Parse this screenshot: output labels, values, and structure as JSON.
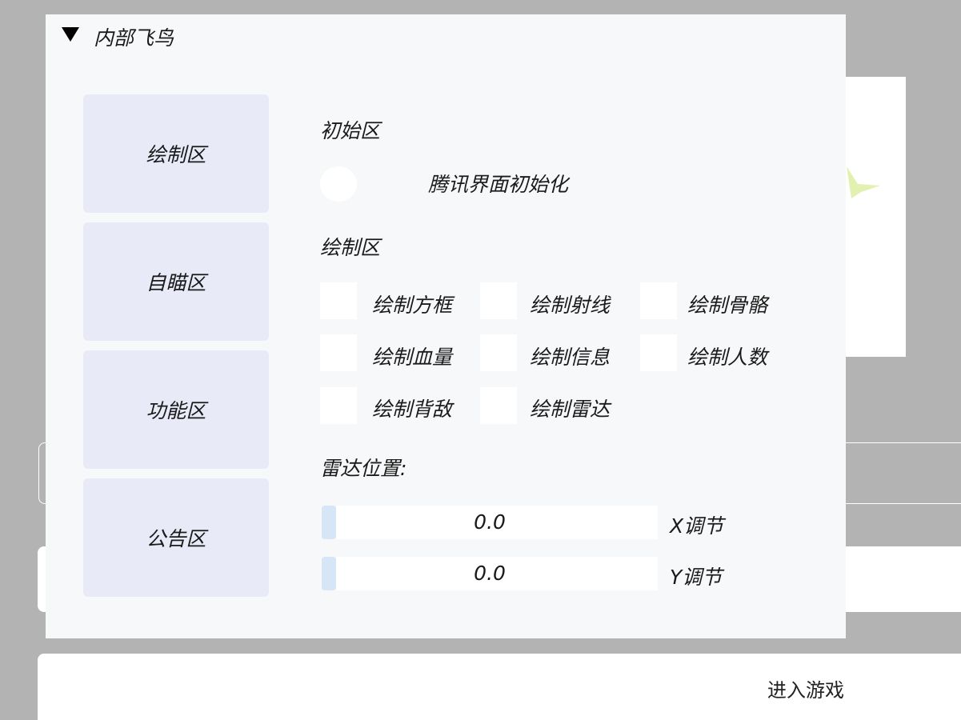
{
  "window": {
    "title": "内部飞鸟"
  },
  "nav": {
    "items": [
      {
        "label": "绘制区"
      },
      {
        "label": "自瞄区"
      },
      {
        "label": "功能区"
      },
      {
        "label": "公告区"
      }
    ]
  },
  "init_section": {
    "title": "初始区",
    "toggle_label": "腾讯界面初始化"
  },
  "draw_section": {
    "title": "绘制区",
    "options": [
      {
        "label": "绘制方框"
      },
      {
        "label": "绘制射线"
      },
      {
        "label": "绘制骨骼"
      },
      {
        "label": "绘制血量"
      },
      {
        "label": "绘制信息"
      },
      {
        "label": "绘制人数"
      },
      {
        "label": "绘制背敌"
      },
      {
        "label": "绘制雷达"
      }
    ]
  },
  "radar_section": {
    "title": "雷达位置:",
    "sliders": [
      {
        "value": "0.0",
        "label": "X调节"
      },
      {
        "value": "0.0",
        "label": "Y调节"
      }
    ]
  },
  "footer": {
    "enter_game": "进入游戏"
  },
  "colors": {
    "backdrop": "#b3b3b3",
    "window_bg": "#f7f8f9",
    "nav_bg": "#e9eaf8",
    "slider_handle": "#d6e6f6",
    "leaf_accent": "#e2f0b0"
  }
}
